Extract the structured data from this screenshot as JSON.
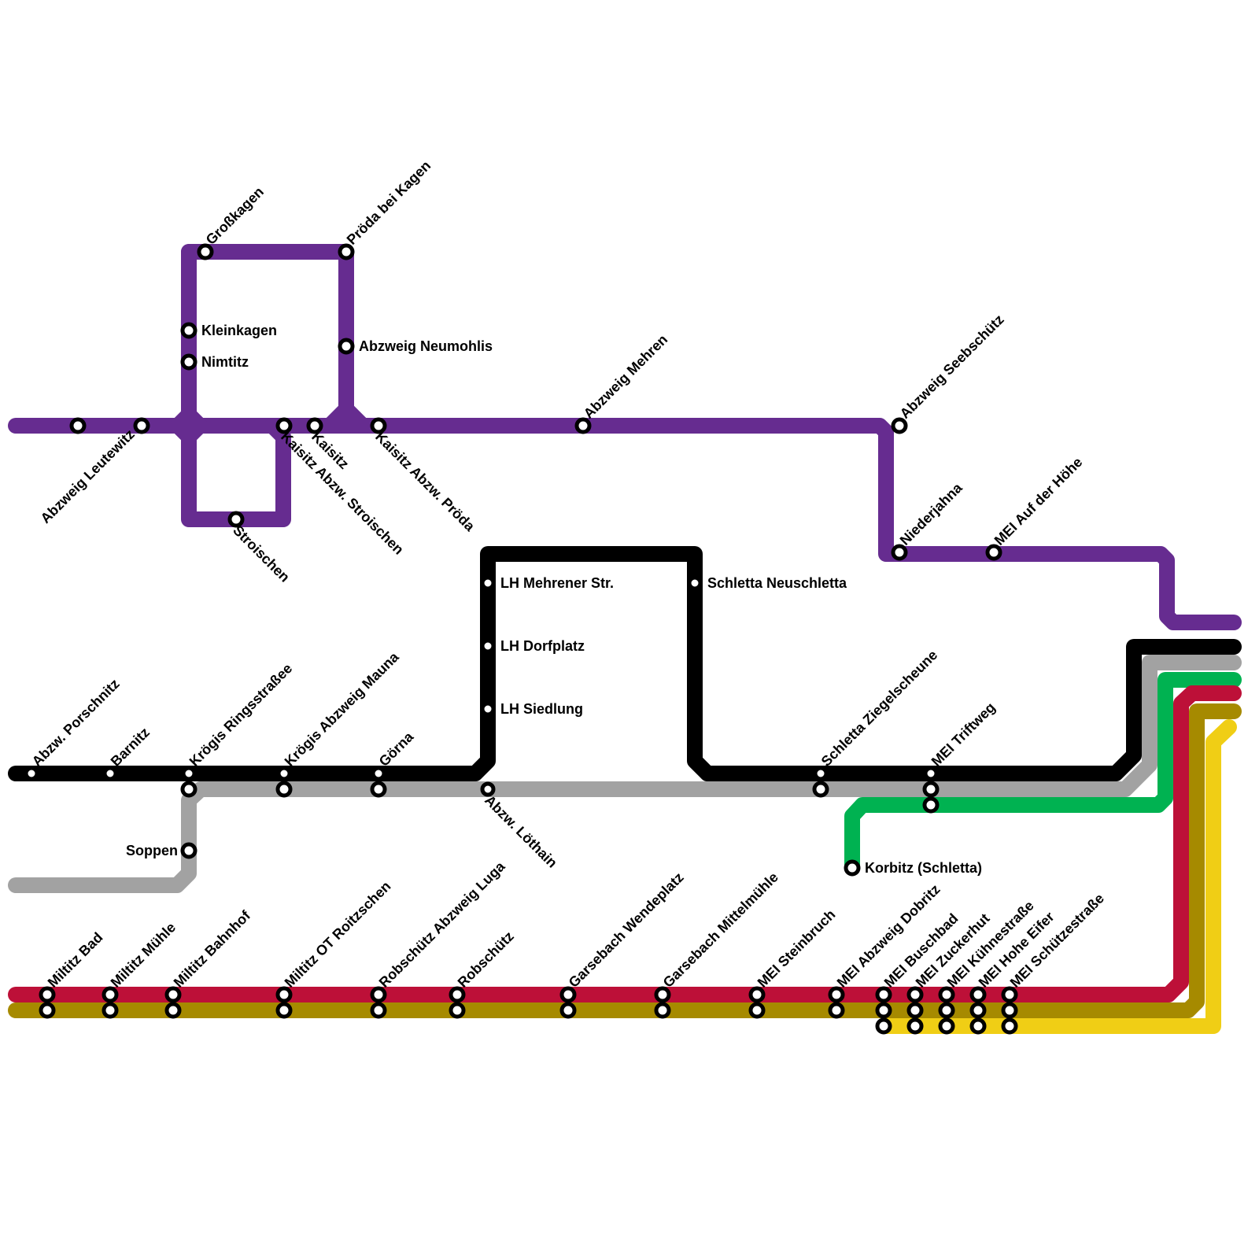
{
  "map": {
    "title": "",
    "colors": {
      "purple": "#662c90",
      "black": "#000000",
      "gray": "#a2a2a2",
      "green": "#00b251",
      "red": "#bd1038",
      "olive": "#a68a00",
      "yellow": "#f0ce15"
    },
    "lines": [
      {
        "id": "purple",
        "color": "#662c90"
      },
      {
        "id": "black",
        "color": "#000000"
      },
      {
        "id": "gray",
        "color": "#a2a2a2"
      },
      {
        "id": "green",
        "color": "#00b251"
      },
      {
        "id": "red",
        "color": "#bd1038"
      },
      {
        "id": "olive",
        "color": "#a68a00"
      },
      {
        "id": "yellow",
        "color": "#f0ce15"
      }
    ],
    "stations": [
      {
        "name": "",
        "lines": [
          "purple"
        ]
      },
      {
        "name": "Abzweig Leutewitz",
        "lines": [
          "purple"
        ]
      },
      {
        "name": "Großkagen",
        "lines": [
          "purple"
        ]
      },
      {
        "name": "Kleinkagen",
        "lines": [
          "purple"
        ]
      },
      {
        "name": "Nimtitz",
        "lines": [
          "purple"
        ]
      },
      {
        "name": "Pröda bei Kagen",
        "lines": [
          "purple"
        ]
      },
      {
        "name": "Abzweig Neumohlis",
        "lines": [
          "purple"
        ]
      },
      {
        "name": "Kaisitz Abzw. Stroischen",
        "lines": [
          "purple"
        ]
      },
      {
        "name": "Kaisitz",
        "lines": [
          "purple"
        ]
      },
      {
        "name": "Kaisitz Abzw. Pröda",
        "lines": [
          "purple"
        ]
      },
      {
        "name": "Stroischen",
        "lines": [
          "purple"
        ]
      },
      {
        "name": "Abzweig Mehren",
        "lines": [
          "purple"
        ]
      },
      {
        "name": "Abzweig Seebschütz",
        "lines": [
          "purple"
        ]
      },
      {
        "name": "Niederjahna",
        "lines": [
          "purple"
        ]
      },
      {
        "name": "MEI Auf der Höhe",
        "lines": [
          "purple"
        ]
      },
      {
        "name": "LH Mehrener Str.",
        "lines": [
          "black"
        ]
      },
      {
        "name": "LH Dorfplatz",
        "lines": [
          "black"
        ]
      },
      {
        "name": "LH Siedlung",
        "lines": [
          "black"
        ]
      },
      {
        "name": "Schletta Neuschletta",
        "lines": [
          "black"
        ]
      },
      {
        "name": "Abzw. Porschnitz",
        "lines": [
          "black"
        ]
      },
      {
        "name": "Barnitz",
        "lines": [
          "black"
        ]
      },
      {
        "name": "Krögis Ringsstraßee",
        "lines": [
          "black",
          "gray"
        ]
      },
      {
        "name": "Krögis Abzweig Mauna",
        "lines": [
          "black",
          "gray"
        ]
      },
      {
        "name": "Görna",
        "lines": [
          "black",
          "gray"
        ]
      },
      {
        "name": "Abzw. Löthain",
        "lines": [
          "black",
          "gray"
        ]
      },
      {
        "name": "Soppen",
        "lines": [
          "gray"
        ]
      },
      {
        "name": "Schletta Ziegelscheune",
        "lines": [
          "black",
          "gray"
        ]
      },
      {
        "name": "MEI Triftweg",
        "lines": [
          "black",
          "gray",
          "green"
        ]
      },
      {
        "name": "Korbitz (Schletta)",
        "lines": [
          "green"
        ]
      },
      {
        "name": "Miltitz Bad",
        "lines": [
          "red",
          "olive"
        ]
      },
      {
        "name": "Miltitz Mühle",
        "lines": [
          "red",
          "olive"
        ]
      },
      {
        "name": "Miltitz Bahnhof",
        "lines": [
          "red",
          "olive"
        ]
      },
      {
        "name": "Miltitz OT Roitzschen",
        "lines": [
          "red",
          "olive"
        ]
      },
      {
        "name": "Robschütz Abzweig Luga",
        "lines": [
          "red",
          "olive"
        ]
      },
      {
        "name": "Robschütz",
        "lines": [
          "red",
          "olive"
        ]
      },
      {
        "name": "Garsebach Wendeplatz",
        "lines": [
          "red",
          "olive"
        ]
      },
      {
        "name": "Garsebach Mittelmühle",
        "lines": [
          "red",
          "olive"
        ]
      },
      {
        "name": "MEI Steinbruch",
        "lines": [
          "red",
          "olive"
        ]
      },
      {
        "name": "MEI Abzweig Dobritz",
        "lines": [
          "red",
          "olive"
        ]
      },
      {
        "name": "MEI Buschbad",
        "lines": [
          "red",
          "olive",
          "yellow"
        ]
      },
      {
        "name": "MEI Zuckerhut",
        "lines": [
          "red",
          "olive",
          "yellow"
        ]
      },
      {
        "name": "MEI Kühnestraße",
        "lines": [
          "red",
          "olive",
          "yellow"
        ]
      },
      {
        "name": "MEI Hohe Eifer",
        "lines": [
          "red",
          "olive",
          "yellow"
        ]
      },
      {
        "name": "MEI Schützestraße",
        "lines": [
          "red",
          "olive",
          "yellow"
        ]
      }
    ]
  }
}
